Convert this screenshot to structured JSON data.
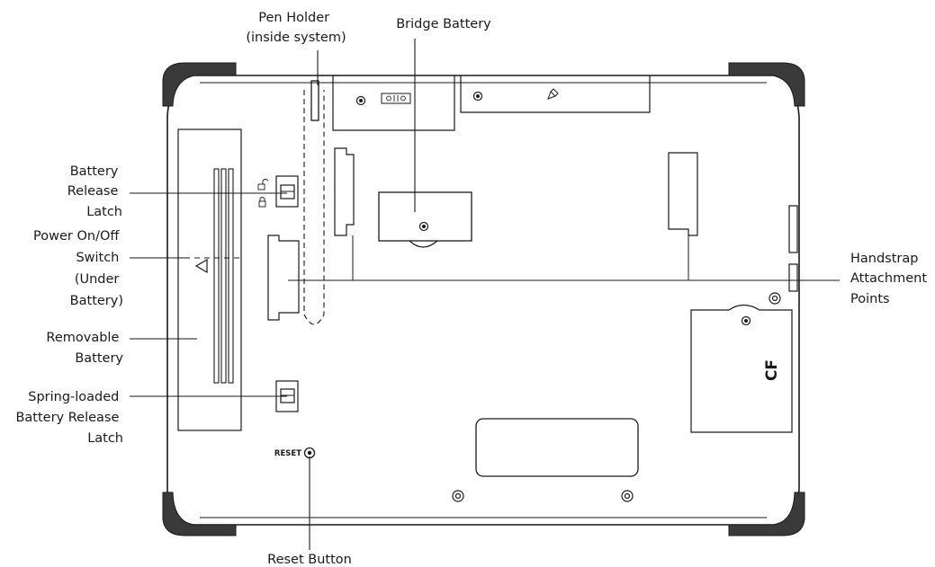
{
  "labels": {
    "pen_holder": [
      "Pen Holder",
      "(inside system)"
    ],
    "bridge_battery": "Bridge Battery",
    "battery_release_latch": [
      "Battery",
      "Release",
      "Latch"
    ],
    "power_switch": [
      "Power On/Off",
      "Switch",
      "(Under",
      "Battery)"
    ],
    "removable_battery": [
      "Removable",
      "Battery"
    ],
    "spring_latch": [
      "Spring-loaded",
      "Battery Release",
      "Latch"
    ],
    "handstrap": [
      "Handstrap",
      "Attachment",
      "Points"
    ],
    "reset_button": "Reset Button"
  },
  "device_markings": {
    "reset": "RESET",
    "cf": "CF"
  },
  "icons": [
    "unlock-icon",
    "lock-icon",
    "port-icon",
    "pen-icon",
    "eject-arrow-icon"
  ]
}
